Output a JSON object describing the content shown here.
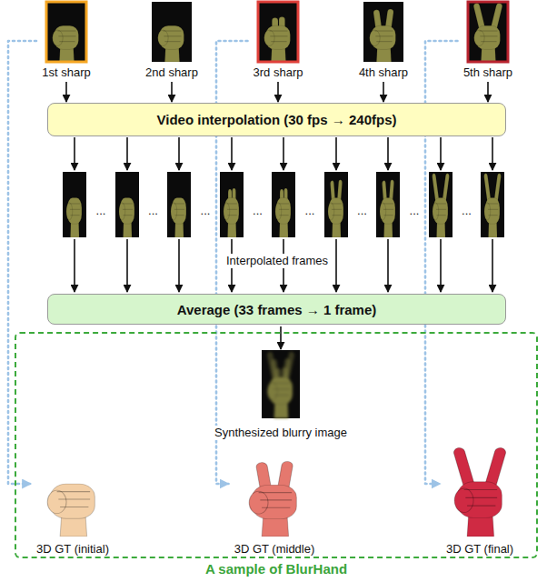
{
  "diagram": {
    "nodes": [
      {
        "text": [
          "1st sharp"
        ]
      },
      {
        "text": [
          "2nd sharp"
        ]
      },
      {
        "text": [
          "3rd sharp"
        ]
      },
      {
        "text": [
          "4th sharp"
        ]
      },
      {
        "text": [
          "5th sharp"
        ]
      },
      {
        "text": [
          "Video interpolation (30 fps → 240fps)"
        ]
      },
      {
        "text": [
          "Average (33 frames → 1 frame)"
        ]
      },
      {
        "text": [
          "A sample of BlurHand"
        ]
      },
      {
        "text": [
          "Synthesized blurry image"
        ],
        "in": 7
      },
      {
        "text": [
          "3D GT (initial)"
        ],
        "in": 7
      },
      {
        "text": [
          "3D GT (middle)"
        ],
        "in": 7
      },
      {
        "text": [
          "3D GT (final)"
        ],
        "in": 7
      }
    ],
    "edges": [
      {
        "from": 0,
        "to": 5,
        "arrow": "to"
      },
      {
        "from": 1,
        "to": 5,
        "arrow": "to"
      },
      {
        "from": 2,
        "to": 5,
        "arrow": "to"
      },
      {
        "from": 3,
        "to": 5,
        "arrow": "to"
      },
      {
        "from": 4,
        "to": 5,
        "arrow": "to"
      },
      {
        "from": 6,
        "to": 8,
        "arrow": "to"
      },
      {
        "from": 0,
        "to": 9,
        "arrow": "to"
      },
      {
        "from": 2,
        "to": 10,
        "arrow": "to"
      },
      {
        "from": 4,
        "to": 11,
        "arrow": "to"
      }
    ],
    "labels": [
      "...",
      "...",
      "...",
      "...",
      "...",
      "...",
      "...",
      "...",
      "Interpolated frames"
    ]
  }
}
